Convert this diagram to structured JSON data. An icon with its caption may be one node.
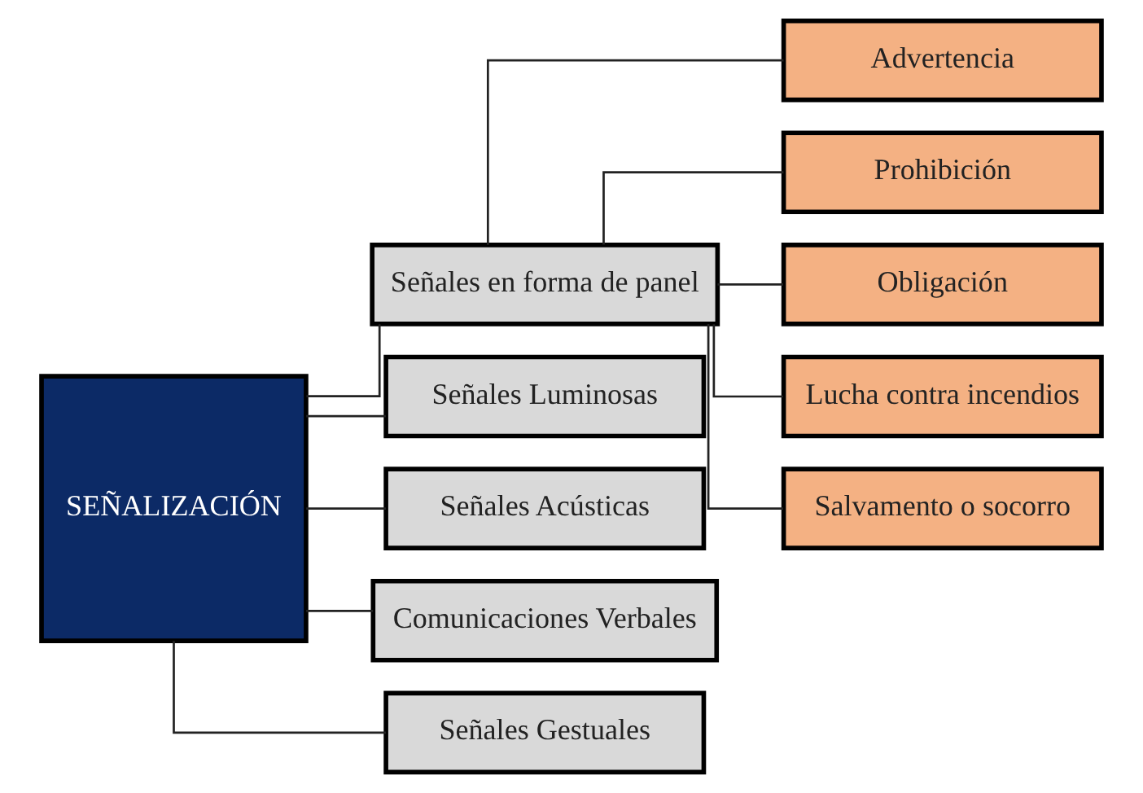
{
  "diagram": {
    "nodes": [
      {
        "text": [
          "SEÑALIZACIÓN"
        ]
      },
      {
        "text": [
          "Señales en forma de panel"
        ]
      },
      {
        "text": [
          "Señales Luminosas"
        ]
      },
      {
        "text": [
          "Señales Acústicas"
        ]
      },
      {
        "text": [
          "Comunicaciones Verbales"
        ]
      },
      {
        "text": [
          "Señales Gestuales"
        ]
      },
      {
        "text": [
          "Advertencia"
        ]
      },
      {
        "text": [
          "Prohibición"
        ]
      },
      {
        "text": [
          "Obligación"
        ]
      },
      {
        "text": [
          "Lucha contra incendios"
        ]
      },
      {
        "text": [
          "Salvamento o socorro"
        ]
      }
    ],
    "edges": [
      {
        "from": 0,
        "to": 1,
        "arrow": "none"
      },
      {
        "from": 0,
        "to": 2,
        "arrow": "none"
      },
      {
        "from": 0,
        "to": 3,
        "arrow": "none"
      },
      {
        "from": 0,
        "to": 4,
        "arrow": "none"
      },
      {
        "from": 0,
        "to": 5,
        "arrow": "none"
      },
      {
        "from": 1,
        "to": 6,
        "arrow": "none"
      },
      {
        "from": 1,
        "to": 7,
        "arrow": "none"
      },
      {
        "from": 1,
        "to": 8,
        "arrow": "none"
      },
      {
        "from": 1,
        "to": 9,
        "arrow": "none"
      },
      {
        "from": 1,
        "to": 10,
        "arrow": "none"
      }
    ]
  }
}
